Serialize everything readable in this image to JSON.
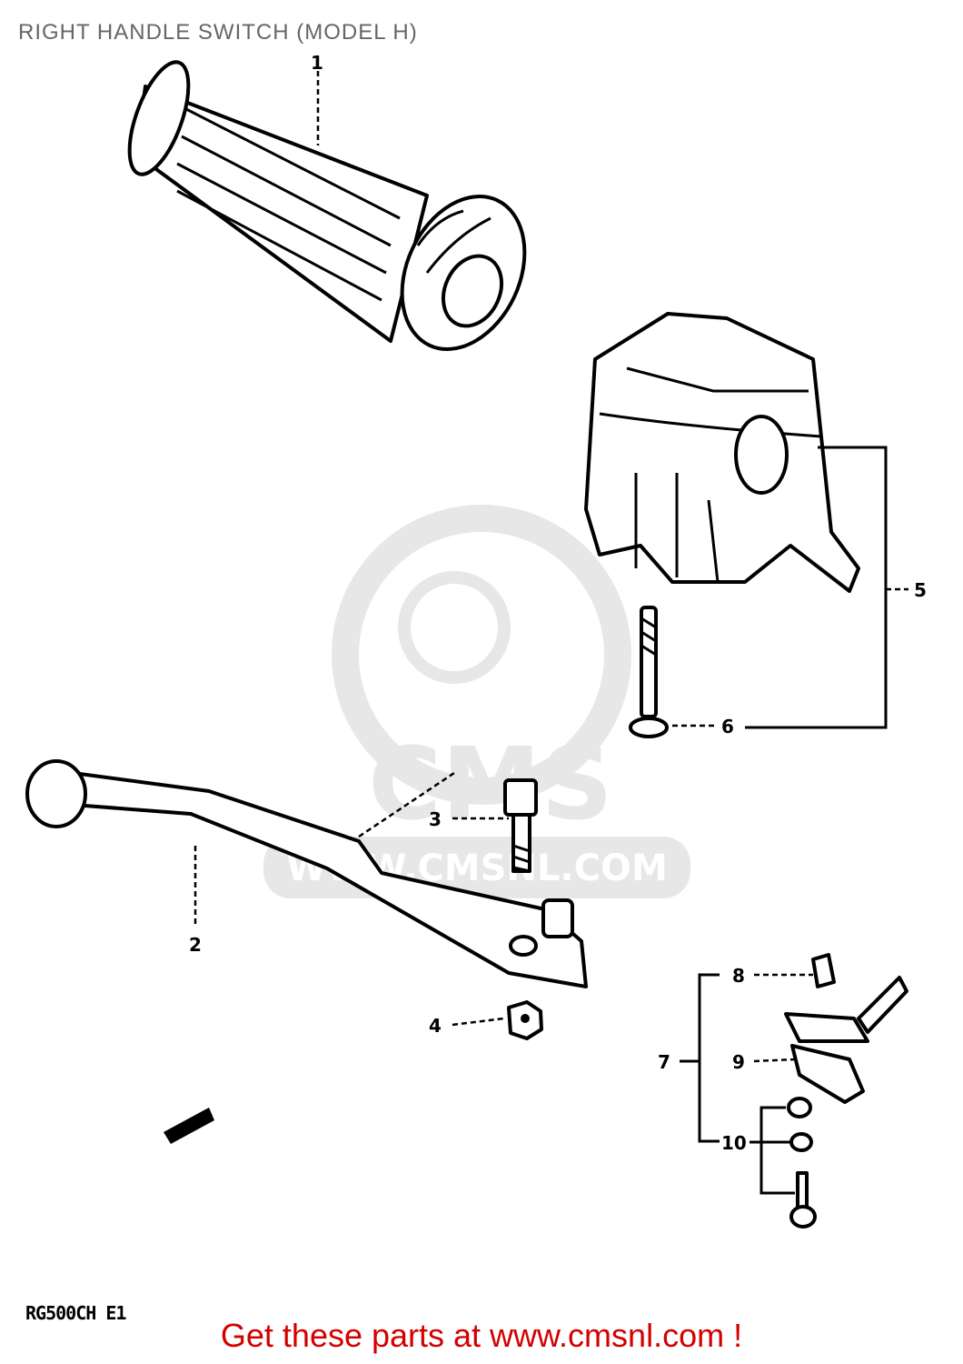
{
  "title": "RIGHT HANDLE SWITCH (MODEL H)",
  "diagram_code": "RG500CH E1",
  "promo_text": "Get these parts at www.cmsnl.com !",
  "watermark": {
    "text": "CMS",
    "url": "WWW.CMSNL.COM"
  },
  "callouts": [
    "1",
    "2",
    "3",
    "4",
    "5",
    "6",
    "7",
    "8",
    "9",
    "10"
  ],
  "colors": {
    "promo": "#d40000",
    "title": "#666666",
    "watermark": "#cccccc"
  }
}
